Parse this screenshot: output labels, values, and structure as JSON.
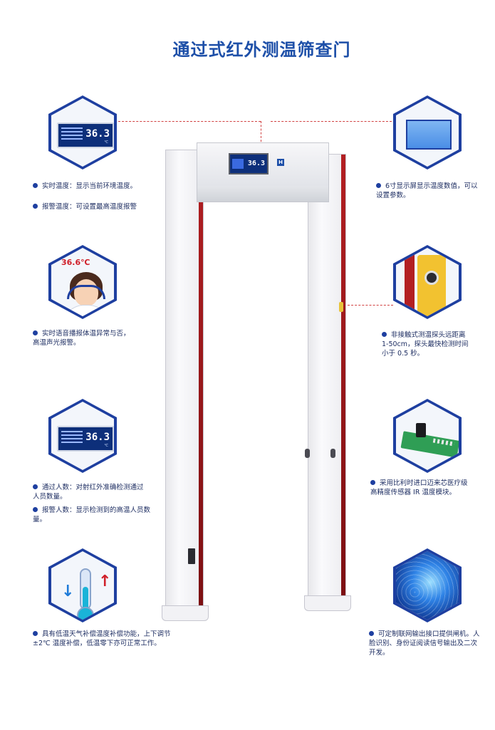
{
  "title": "通过式红外测温筛查门",
  "gate": {
    "display_value": "36.3"
  },
  "hex_badges": {
    "display_top": {
      "value": "36.3"
    },
    "voice_alarm": {
      "temperature": "36.6℃"
    },
    "counter_display": {
      "value": "36.3"
    }
  },
  "features": {
    "realtime_temp": "实时温度：显示当前环境温度。",
    "alarm_temp": "报警温度：可设置最高温度报警",
    "screen_6inch": "6寸显示屏显示温度数值，可以设置参数。",
    "voice_broadcast": "实时语音播报体温异常与否，高温声光报警。",
    "noncontact_probe": "非接触式测温探头远距离 1-50cm，探头最快检测时间小于 0.5 秒。",
    "pass_count": "通过人数：对射红外准确检测通过人员数量。",
    "alarm_count": "报警人数：显示检测到的高温人员数量。",
    "sensor_module": "采用比利时进口迈来芯医疗级高精度传感器 IR 温度模块。",
    "low_temp_comp": "具有低温天气补偿温度补偿功能，上下调节 ±2℃ 温度补偿，低温零下亦可正常工作。",
    "network_output": "可定制联网输出接口提供闸机。人脸识别、身份证阅读信号输出及二次开发。"
  },
  "colors": {
    "accent": "#1e3fa0",
    "title": "#1d4fa8",
    "stripe": "#b31f22",
    "leader": "#d04040"
  },
  "icons": {
    "bullet": "dot-icon",
    "thermometer": "thermometer-icon",
    "arrow_up": "arrow-up-icon",
    "arrow_down": "arrow-down-icon"
  }
}
